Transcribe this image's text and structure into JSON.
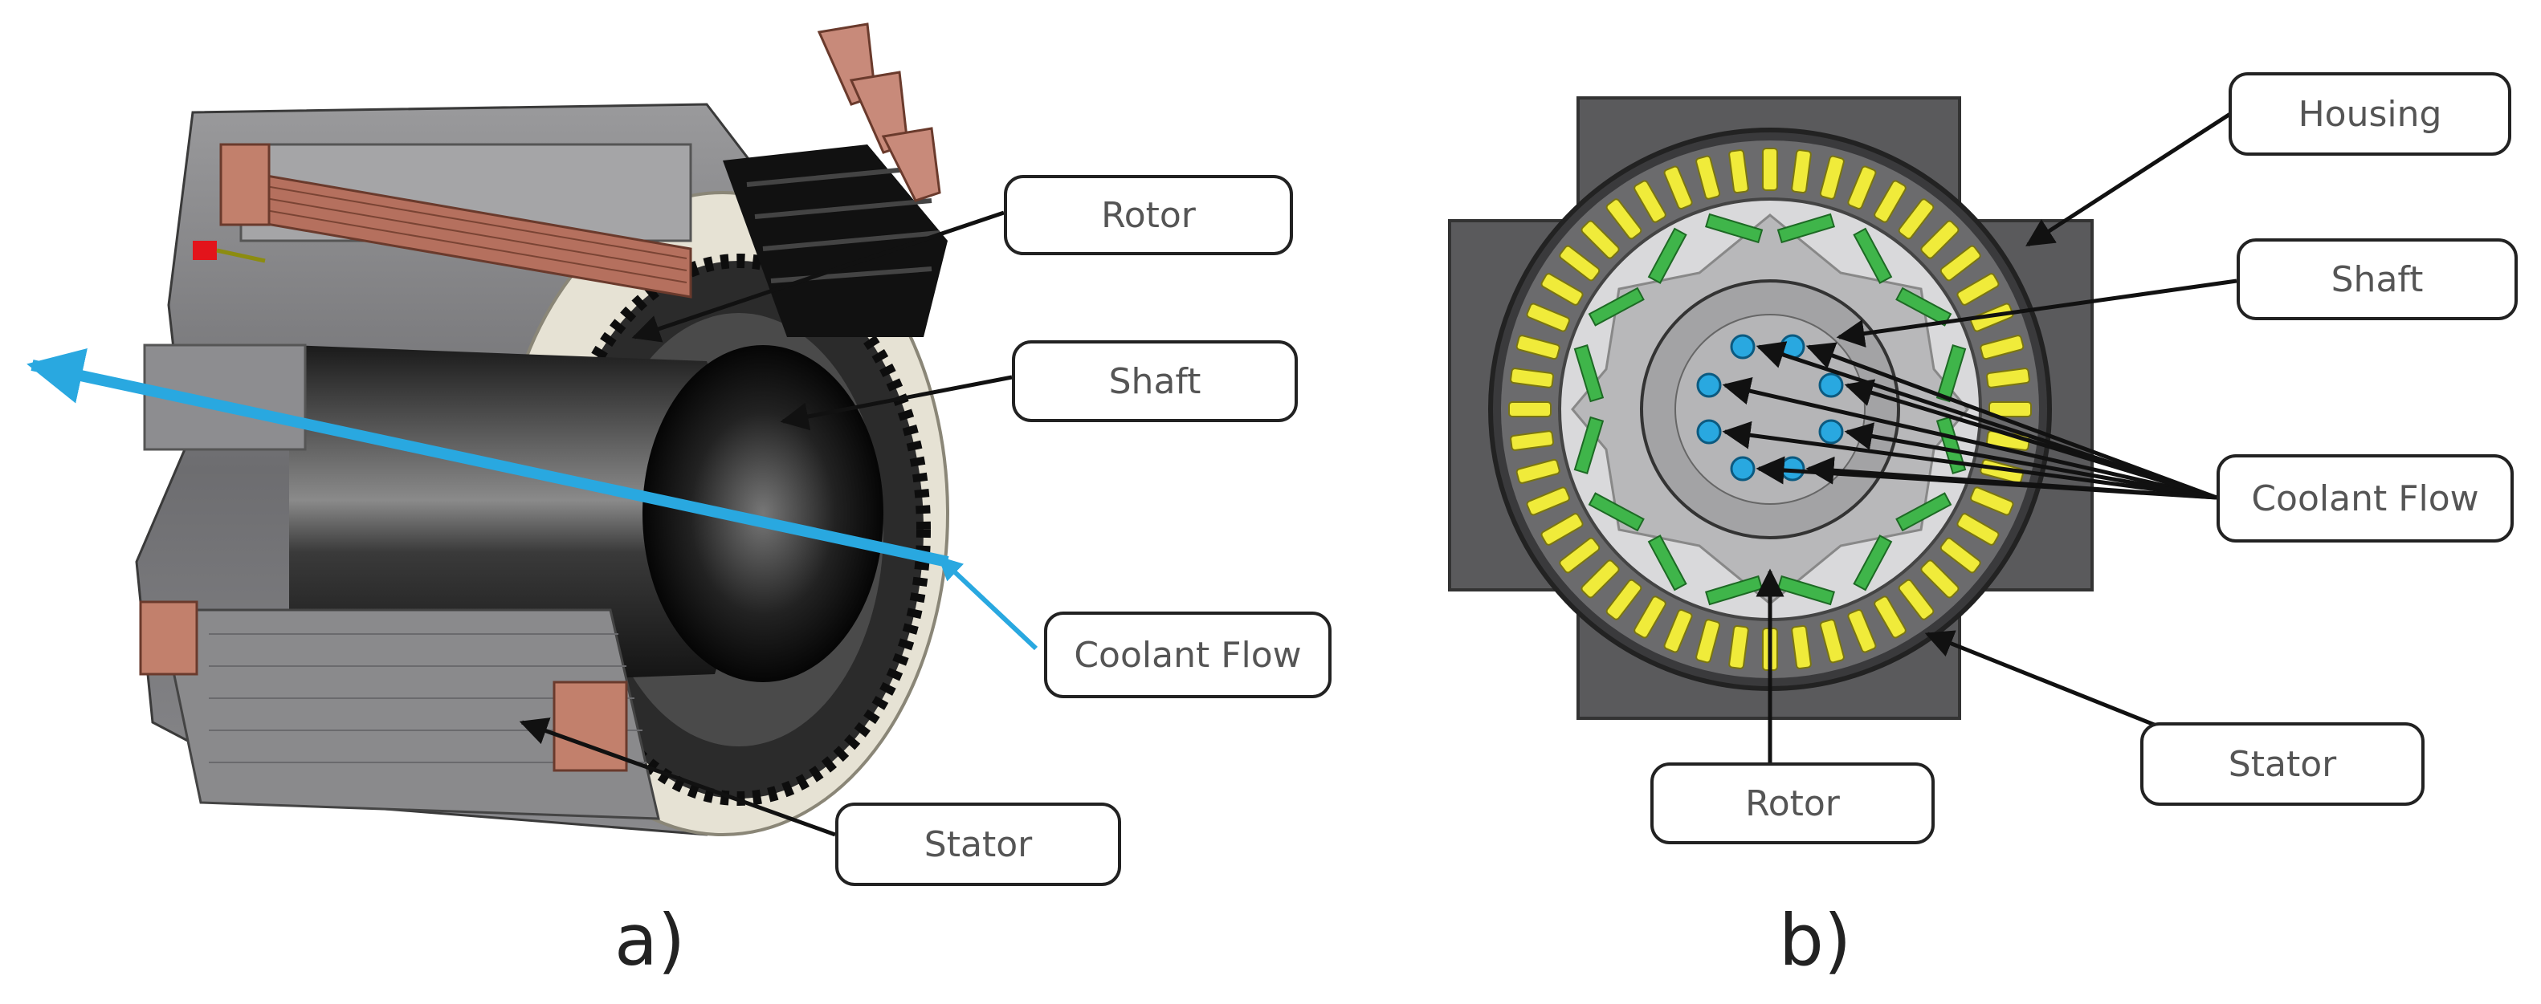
{
  "panel_a": {
    "caption": "a)",
    "labels": {
      "rotor": "Rotor",
      "shaft": "Shaft",
      "coolant": "Coolant Flow",
      "stator": "Stator"
    }
  },
  "panel_b": {
    "caption": "b)",
    "labels": {
      "housing": "Housing",
      "shaft": "Shaft",
      "coolant": "Coolant Flow",
      "stator": "Stator",
      "rotor": "Rotor"
    }
  },
  "colors": {
    "coolant_arrow": "#29a8e0",
    "coolant_channel": "#29a8e0",
    "housing": "#5a5a5c",
    "stator_slot": "#f0eb3a",
    "rotor_magnet": "#3fb54a",
    "rotor_core": "#b8b8ba",
    "copper_winding": "#b5705e"
  }
}
